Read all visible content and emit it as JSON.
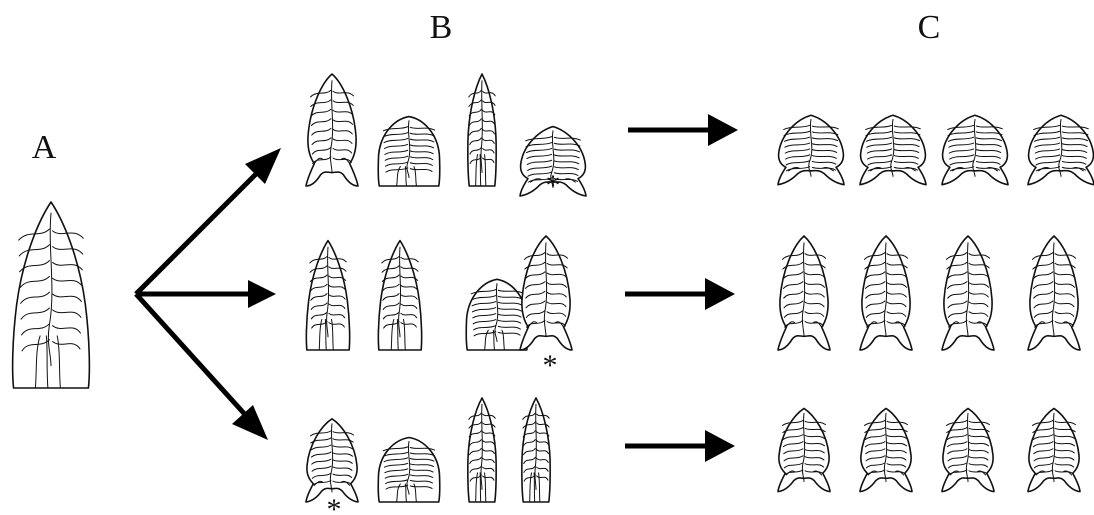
{
  "labels": {
    "a": "A",
    "b": "B",
    "c": "C"
  },
  "marker": "*",
  "stages": {
    "ancestor": {
      "kind": "lanceolate"
    },
    "rows": [
      {
        "b": [
          "notched-long",
          "rounded",
          "narrow",
          "fishtail"
        ],
        "c": [
          "fishtail",
          "fishtail",
          "fishtail",
          "fishtail"
        ],
        "starred_b_index": 3
      },
      {
        "b": [
          "lanceolate",
          "lanceolate",
          "rounded",
          "notched-long"
        ],
        "c": [
          "notched-long",
          "notched-long",
          "notched-long",
          "notched-long"
        ],
        "starred_b_index": 3
      },
      {
        "b": [
          "notched",
          "rounded",
          "narrow",
          "narrow"
        ],
        "c": [
          "notched",
          "notched",
          "notched",
          "notched"
        ],
        "starred_b_index": 0
      }
    ]
  },
  "colors": {
    "ink": "#111111",
    "background": "#ffffff"
  }
}
